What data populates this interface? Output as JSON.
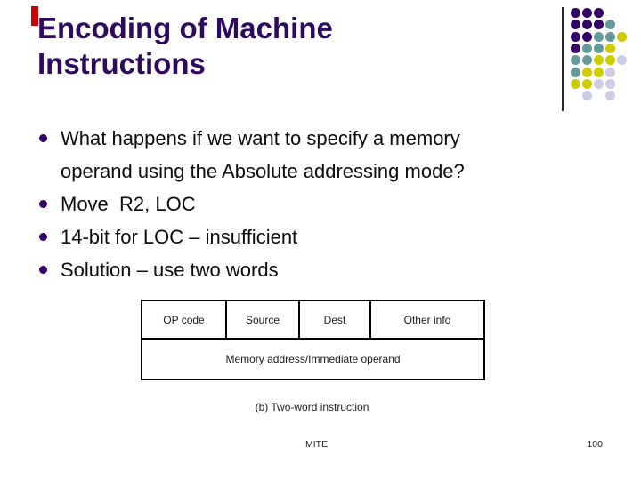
{
  "slide": {
    "title": "Encoding of Machine Instructions",
    "bullets": [
      "What happens if we want to specify a memory operand using the Absolute addressing mode?",
      "Move  R2, LOC",
      "14-bit for LOC – insufficient",
      "Solution – use two words"
    ],
    "diagram": {
      "top_cells": [
        "OP code",
        "Source",
        "Dest",
        "Other info"
      ],
      "bottom_cell": "Memory address/Immediate operand",
      "caption": "(b) Two-word instruction"
    },
    "footer": {
      "left": "MITE",
      "page_number": "100"
    },
    "colors": {
      "title_text": "#2e0a5c",
      "accent_red": "#cc0000",
      "dot_purple": "#330066",
      "dot_teal": "#669999",
      "dot_yellow": "#cccc00",
      "dot_lavender": "#ccCCe6"
    },
    "decoration": {
      "dot_pattern": [
        [
          "P",
          "P",
          "P",
          "",
          ""
        ],
        [
          "P",
          "P",
          "P",
          "T",
          ""
        ],
        [
          "P",
          "P",
          "T",
          "T",
          "Y"
        ],
        [
          "P",
          "T",
          "T",
          "Y",
          ""
        ],
        [
          "T",
          "T",
          "Y",
          "Y",
          "L"
        ],
        [
          "T",
          "Y",
          "Y",
          "L",
          ""
        ],
        [
          "Y",
          "Y",
          "L",
          "L",
          ""
        ],
        [
          "",
          "L",
          "",
          "L",
          ""
        ]
      ]
    }
  }
}
